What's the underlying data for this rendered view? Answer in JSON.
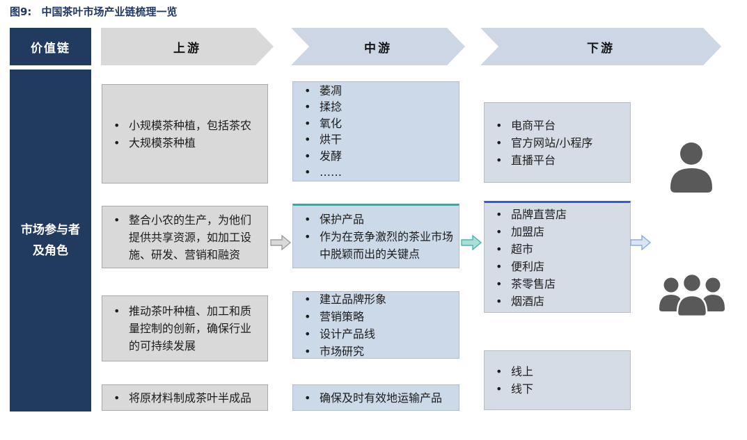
{
  "title": {
    "prefix": "图9:",
    "text": "中国茶叶市场产业链梳理一览"
  },
  "header": {
    "value_chain_label": "价值链",
    "stages": [
      {
        "label": "上游"
      },
      {
        "label": "中游"
      },
      {
        "label": "下游"
      }
    ]
  },
  "sidebar": {
    "line1": "市场参与者",
    "line2": "及角色"
  },
  "columns": {
    "upstream": {
      "boxes": [
        {
          "items": [
            "小规模茶种植，包括茶农",
            "大规模茶种植"
          ]
        },
        {
          "items": [
            "整合小农的生产，为他们提供共享资源，如加工设施、研发、营销和融资"
          ]
        },
        {
          "items": [
            "推动茶叶种植、加工和质量控制的创新，确保行业的可持续发展"
          ]
        },
        {
          "items": [
            "将原材料制成茶叶半成品"
          ]
        }
      ]
    },
    "midstream": {
      "boxes": [
        {
          "items": [
            "萎凋",
            "揉捻",
            "氧化",
            "烘干",
            "发酵",
            "……"
          ]
        },
        {
          "items": [
            "保护产品",
            "作为在竞争激烈的茶业市场中脱颖而出的关键点"
          ]
        },
        {
          "items": [
            "建立品牌形象",
            "营销策略",
            "设计产品线",
            "市场研究"
          ]
        },
        {
          "items": [
            "确保及时有效地运输产品"
          ]
        }
      ]
    },
    "downstream": {
      "boxes": [
        {
          "items": [
            "电商平台",
            "官方网站/小程序",
            "直播平台"
          ]
        },
        {
          "items": [
            "品牌直营店",
            "加盟店",
            "超市",
            "便利店",
            "茶零售店",
            "烟酒店"
          ]
        },
        {
          "items": [
            "线上",
            "线下"
          ]
        }
      ]
    }
  },
  "icons": {
    "consumer_single": "person-icon",
    "consumer_group": "people-group-icon",
    "flow": "block-arrow-right-icon"
  },
  "colors": {
    "navy": "#213A5F",
    "title_text": "#1F3864",
    "gray_box": "#D9D9D9",
    "midstream_box": "#CCD9E8",
    "downstream_box": "#D6DCE5",
    "stage_arrow_blue": "#CDD6E4",
    "teal_accent": "#1FB5A5",
    "blue_accent": "#2F5BD8",
    "flow_arrow_gray_fill": "#D9D9D9",
    "flow_arrow_gray_stroke": "#9E9E9E",
    "flow_arrow_teal_fill": "#AEDCD6",
    "flow_arrow_teal_stroke": "#45B8B0",
    "flow_arrow_blue_fill": "#D8E6F4",
    "flow_arrow_blue_stroke": "#8FAADC",
    "person_icon": "#595959"
  }
}
